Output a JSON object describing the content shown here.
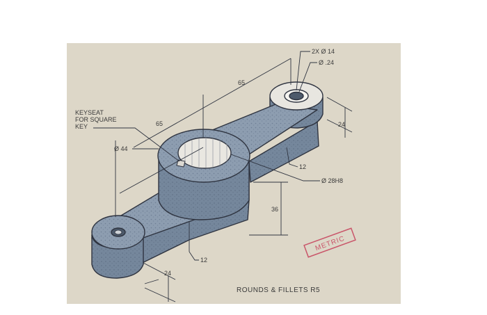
{
  "drawing": {
    "labels": {
      "hole_small": "2X  Ø 14",
      "counterbore": "Ø .24",
      "dim_65_top": "65",
      "dim_65_left": "65",
      "keyseat_line1": "KEYSEAT",
      "keyseat_line2": "FOR SQUARE",
      "keyseat_line3": "KEY",
      "dia_44": "Ø 44",
      "dim_24_right": "24",
      "dim_12_mid": "12",
      "dia_28h8": "Ø 28H8",
      "dim_36": "36",
      "dim_12_low": "12",
      "dim_24_left": "24",
      "stamp": "METRIC",
      "note": "ROUNDS & FILLETS R5"
    },
    "colors": {
      "paper": "#ddd7c8",
      "part_fill": "#8d9db0",
      "part_dark": "#6f8095",
      "line": "#2f3440",
      "stamp": "#c9566a"
    }
  }
}
